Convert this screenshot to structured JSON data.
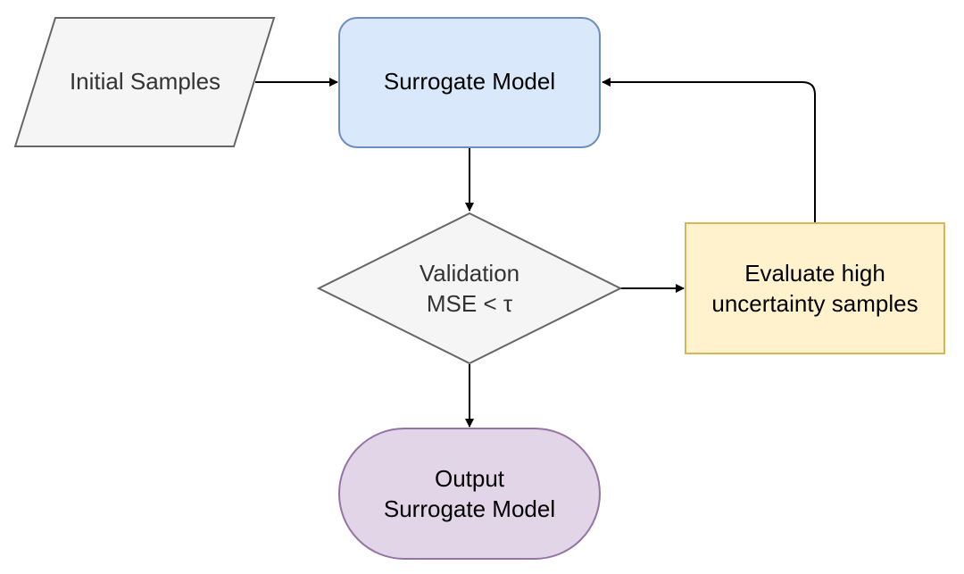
{
  "nodes": {
    "initial_samples": {
      "label": "Initial Samples"
    },
    "surrogate_model": {
      "label": "Surrogate Model"
    },
    "validation": {
      "line1": "Validation",
      "line2": "MSE < τ"
    },
    "evaluate": {
      "line1": "Evaluate high",
      "line2": "uncertainty samples"
    },
    "output": {
      "line1": "Output",
      "line2": "Surrogate Model"
    }
  },
  "colors": {
    "input_fill": "#f5f5f5",
    "input_stroke": "#666666",
    "process_fill": "#dae8fc",
    "process_stroke": "#6c8ebf",
    "decision_fill": "#f5f5f5",
    "decision_stroke": "#666666",
    "evaluate_fill": "#fff2cc",
    "evaluate_stroke": "#d6b656",
    "output_fill": "#e1d5e7",
    "output_stroke": "#9673a6",
    "edge": "#000000"
  }
}
